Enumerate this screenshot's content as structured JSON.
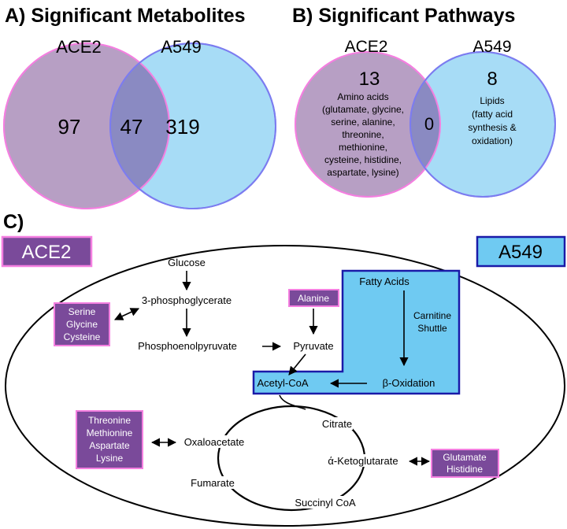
{
  "colors": {
    "ace2_fill": "#b79fc4",
    "ace2_stroke": "#f47fe0",
    "a549_fill": "#a7dcf6",
    "a549_stroke": "#7c7cf0",
    "overlap_fill": "#8a8ac2",
    "label_box_fill": "#7a4a9a",
    "label_box_stroke": "#f47fe0",
    "pathway_box_fill": "#6fcaf2",
    "pathway_box_stroke": "#1a1aa8",
    "text": "#000000"
  },
  "panel_a": {
    "title": "A) Significant Metabolites",
    "left_set": "ACE2",
    "right_set": "A549",
    "left_only": "97",
    "overlap": "47",
    "right_only": "319"
  },
  "panel_b": {
    "title": "B) Significant Pathways",
    "left_set": "ACE2",
    "right_set": "A549",
    "left_count": "13",
    "left_lines": [
      "Amino acids",
      "(glutamate, glycine,",
      "serine, alanine,",
      "threonine,",
      "methionine,",
      "cysteine, histidine,",
      "aspartate, lysine)"
    ],
    "overlap": "0",
    "right_count": "8",
    "right_lines": [
      "Lipids",
      "(fatty acid",
      "synthesis &",
      "oxidation)"
    ]
  },
  "panel_c": {
    "label": "C)",
    "ace2_label": "ACE2",
    "a549_label": "A549",
    "glucose": "Glucose",
    "phosphoglycerate": "3-phosphoglycerate",
    "pep": "Phosphoenolpyruvate",
    "pyruvate": "Pyruvate",
    "acetyl_coa": "Acetyl-CoA",
    "beta_oxidation": "β-Oxidation",
    "fatty_acids": "Fatty Acids",
    "carnitine": [
      "Carnitine",
      "Shuttle"
    ],
    "alanine": "Alanine",
    "serine_group": [
      "Serine",
      "Glycine",
      "Cysteine"
    ],
    "threonine_group": [
      "Threonine",
      "Methionine",
      "Aspartate",
      "Lysine"
    ],
    "glutamate_group": [
      "Glutamate",
      "Histidine"
    ],
    "oxaloacetate": "Oxaloacetate",
    "citrate": "Citrate",
    "ketoglutarate": "ά-Ketoglutarate",
    "fumarate": "Fumarate",
    "succinyl": "Succinyl CoA"
  }
}
